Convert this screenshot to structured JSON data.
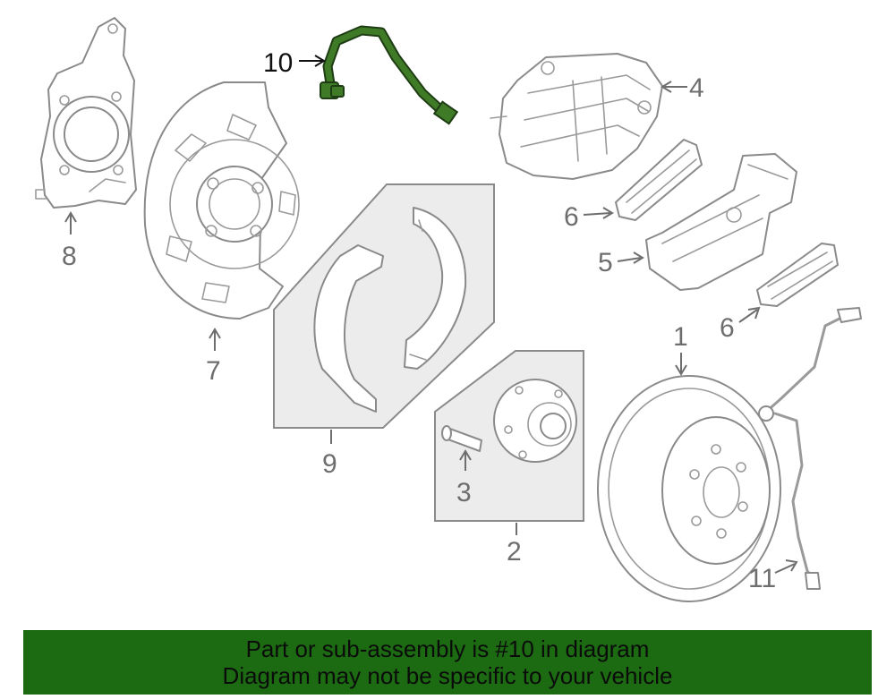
{
  "diagram": {
    "highlight_color": "#3f7a26",
    "line_color": "#8a8a8a",
    "callouts": {
      "c1": "1",
      "c2": "2",
      "c3": "3",
      "c4": "4",
      "c5": "5",
      "c6a": "6",
      "c6b": "6",
      "c7": "7",
      "c8": "8",
      "c9": "9",
      "c10": "10",
      "c11": "11"
    }
  },
  "banner": {
    "background_color": "#1c6b12",
    "line1": "Part or sub-assembly is #10 in diagram",
    "line2": "Diagram may not be specific to your vehicle"
  }
}
